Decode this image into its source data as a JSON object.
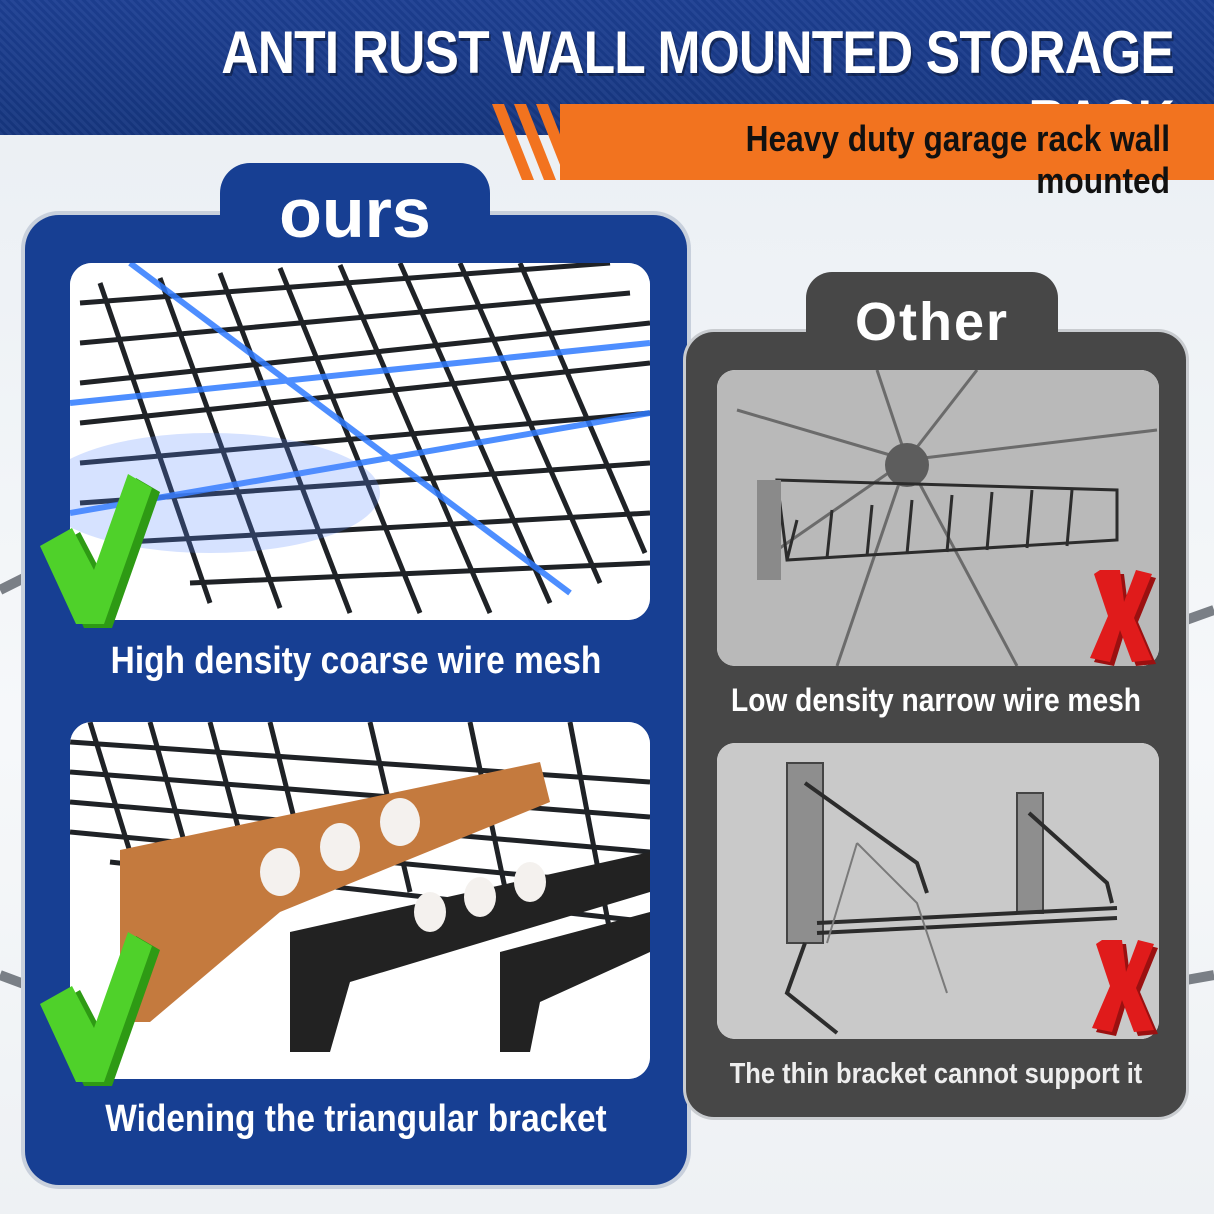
{
  "header": {
    "title": "ANTI RUST WALL MOUNTED STORAGE RACK",
    "subtitle": "Heavy duty garage rack wall mounted"
  },
  "ours": {
    "label": "ours",
    "items": [
      {
        "caption": "High density coarse wire mesh",
        "icon": "green-checkmark-icon"
      },
      {
        "caption": "Widening the triangular bracket",
        "icon": "green-checkmark-icon"
      }
    ]
  },
  "other": {
    "label": "Other",
    "items": [
      {
        "caption": "Low density narrow wire mesh",
        "icon": "red-x-icon"
      },
      {
        "caption": "The thin bracket cannot support it",
        "icon": "red-x-icon"
      }
    ]
  },
  "colors": {
    "brand_blue": "#173f93",
    "accent_orange": "#f2731f",
    "other_gray": "#474747",
    "check_green": "#4fd12a",
    "cross_red": "#e01b1b"
  }
}
